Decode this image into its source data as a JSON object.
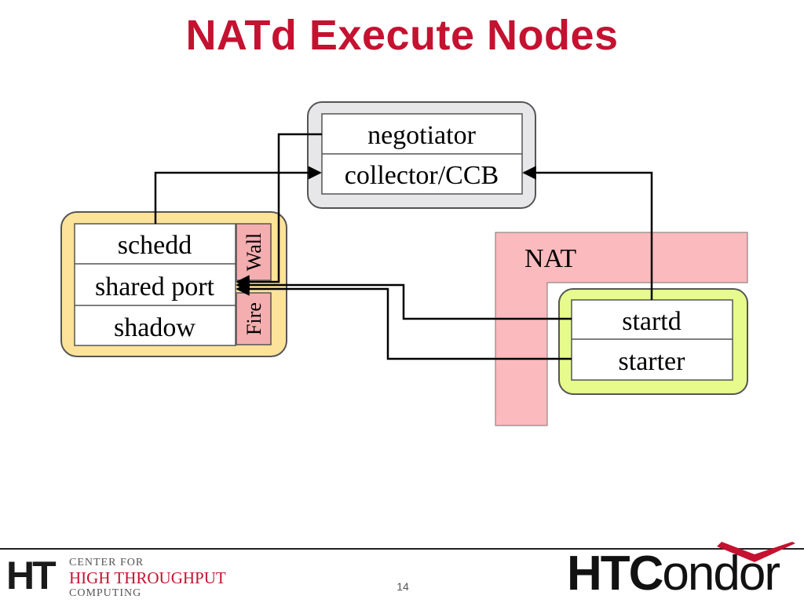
{
  "title": "NATd Execute Nodes",
  "central_manager": {
    "negotiator": "negotiator",
    "collector": "collector/CCB"
  },
  "submit_node": {
    "schedd": "schedd",
    "shared_port": "shared port",
    "shadow": "shadow"
  },
  "firewall": {
    "top_label": "Wall",
    "bottom_label": "Fire"
  },
  "nat": {
    "label": "NAT"
  },
  "execute_node": {
    "startd": "startd",
    "starter": "starter"
  },
  "footer": {
    "page_number": "14",
    "chtc_logo": {
      "mark": "HT",
      "line1": "CENTER FOR",
      "line2": "HIGH THROUGHPUT",
      "line3": "COMPUTING"
    },
    "htcondor_logo": {
      "bold_part": "HTC",
      "rest": "ondor"
    }
  },
  "colors": {
    "title": "#c41230",
    "submit_fill": "#fde39a",
    "central_fill": "#e7e7e9",
    "execute_fill": "#e6fb8c",
    "nat_fill": "#fbbabd",
    "firewall_fill": "#f4aeb0"
  }
}
